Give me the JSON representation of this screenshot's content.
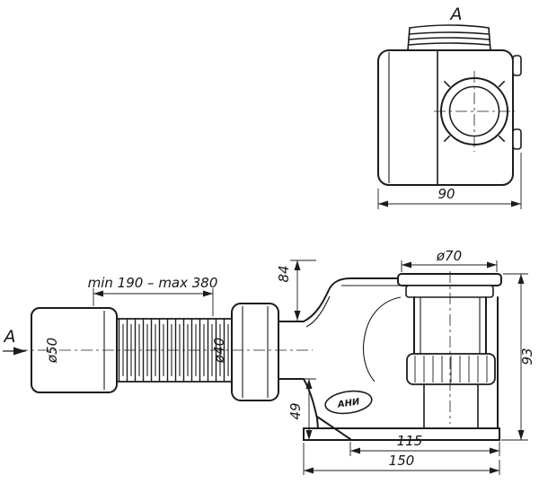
{
  "labels": {
    "top_view": "A",
    "section_arrow": "A"
  },
  "dims": {
    "top_width": "90",
    "flex_length": "min 190 – max 380",
    "inlet_d": "ø50",
    "nut_d": "ø40",
    "flange_d": "ø70",
    "h_flange": "84",
    "h_right": "93",
    "h_foot": "49",
    "w_inner": "115",
    "w_total": "150"
  },
  "logo": {
    "brand": "АНИ"
  },
  "colors": {
    "line": "#1c1c1c",
    "background": "#ffffff"
  }
}
